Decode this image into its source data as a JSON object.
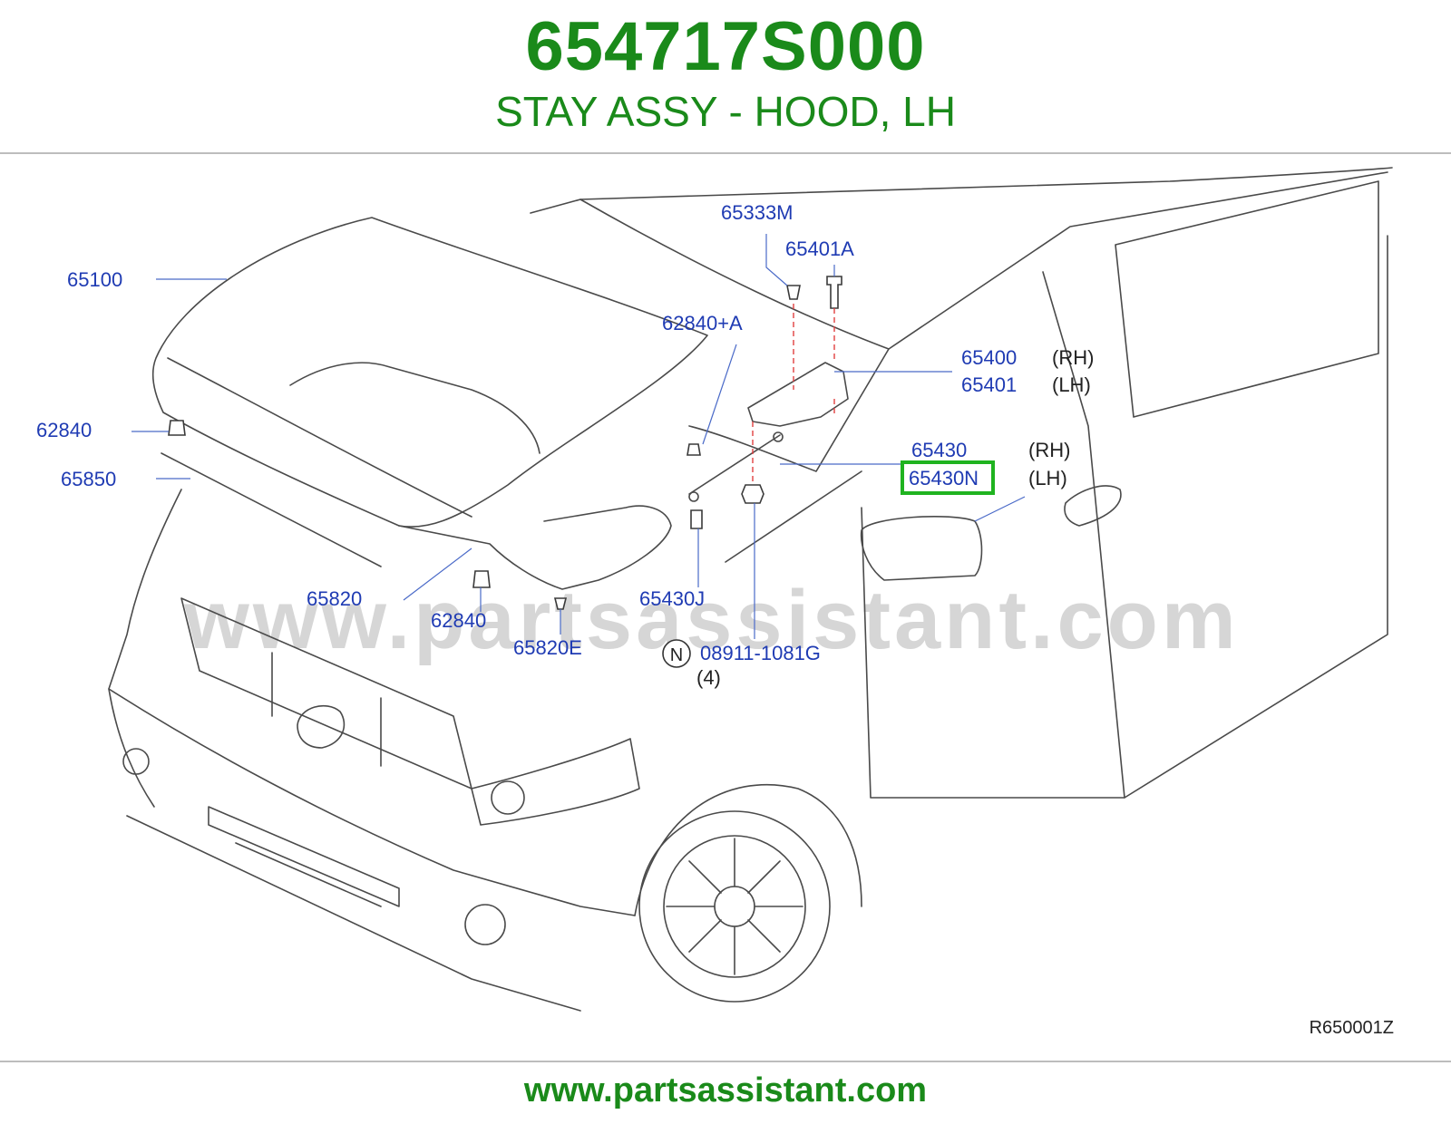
{
  "header": {
    "part_number": "654717S000",
    "description": "STAY ASSY - HOOD, LH"
  },
  "diagram": {
    "watermark": "www.partsassistant.com",
    "drawing_code": "R650001Z",
    "colors": {
      "label": "#1f3bb3",
      "highlight": "#1fb31f",
      "line": "#3a3a3a",
      "watermark": "#d0d0d0"
    },
    "callouts": [
      {
        "code": "65100"
      },
      {
        "code": "62840"
      },
      {
        "code": "65850"
      },
      {
        "code": "65820"
      },
      {
        "code": "62840"
      },
      {
        "code": "65820E"
      },
      {
        "code": "62840+A"
      },
      {
        "code": "65333M"
      },
      {
        "code": "65401A"
      },
      {
        "code": "65400",
        "side": "(RH)"
      },
      {
        "code": "65401",
        "side": "(LH)"
      },
      {
        "code": "65430",
        "side": "(RH)"
      },
      {
        "code": "65430N",
        "side": "(LH)",
        "highlighted": true
      },
      {
        "code": "65430J"
      },
      {
        "code": "08911-1081G",
        "prefix": "N",
        "qty": "(4)"
      }
    ]
  },
  "footer": {
    "url": "www.partsassistant.com"
  }
}
